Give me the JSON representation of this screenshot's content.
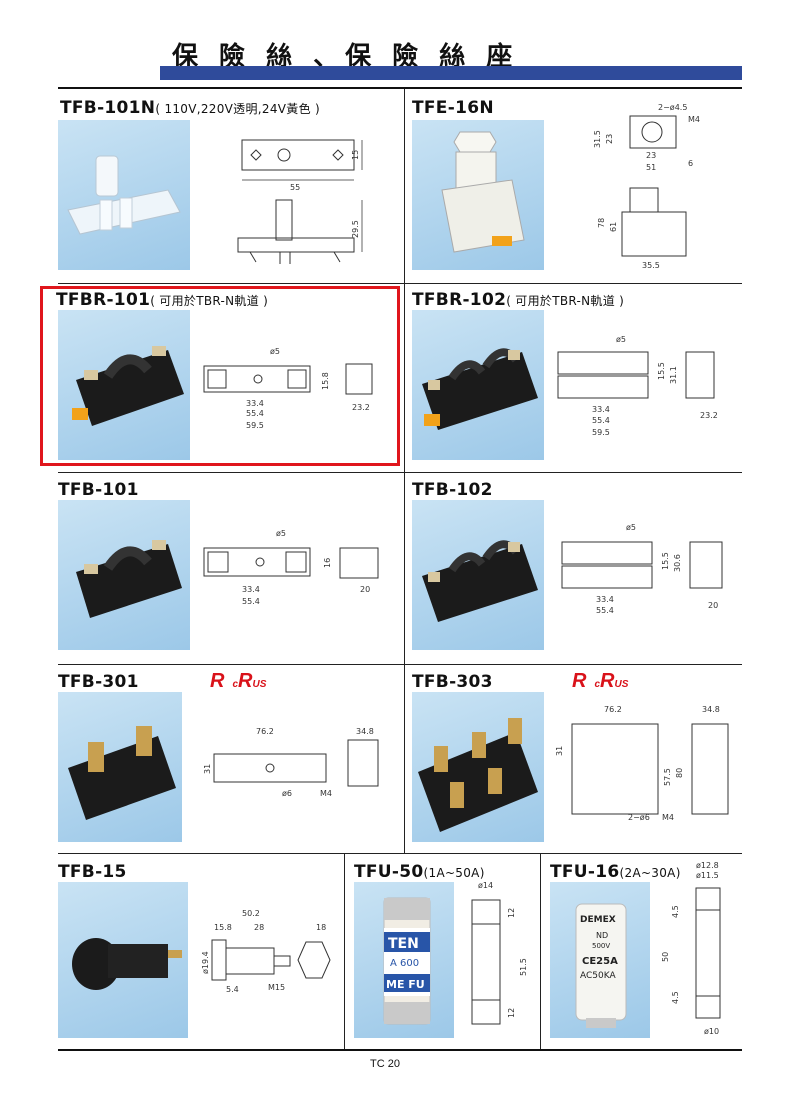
{
  "page": {
    "title": "保 險 絲 、保 險 絲 座",
    "page_number": "TC 20"
  },
  "products": [
    {
      "id": "tfb101n",
      "name": "TFB-101N",
      "note": "( 110V,220V透明,24V黃色 )",
      "dims": [
        "15",
        "55",
        "29.5"
      ]
    },
    {
      "id": "tfe16n",
      "name": "TFE-16N",
      "note": "",
      "dims": [
        "2−ø4.5",
        "M4",
        "31.5",
        "23",
        "23",
        "51",
        "6",
        "78",
        "61",
        "35.5"
      ]
    },
    {
      "id": "tfbr101",
      "name": "TFBR-101",
      "note": "( 可用於TBR-N軌道 )",
      "dims": [
        "ø5",
        "15.8",
        "33.4",
        "55.4",
        "59.5",
        "23.2"
      ]
    },
    {
      "id": "tfbr102",
      "name": "TFBR-102",
      "note": "( 可用於TBR-N軌道 )",
      "dims": [
        "ø5",
        "15.5",
        "31.1",
        "33.4",
        "55.4",
        "59.5",
        "23.2"
      ]
    },
    {
      "id": "tfb101",
      "name": "TFB-101",
      "note": "",
      "dims": [
        "ø5",
        "16",
        "33.4",
        "55.4",
        "20"
      ]
    },
    {
      "id": "tfb102",
      "name": "TFB-102",
      "note": "",
      "dims": [
        "ø5",
        "15.5",
        "30.6",
        "33.4",
        "55.4",
        "20"
      ]
    },
    {
      "id": "tfb301",
      "name": "TFB-301",
      "note": "",
      "dims": [
        "76.2",
        "34.8",
        "31",
        "ø6",
        "M4"
      ]
    },
    {
      "id": "tfb303",
      "name": "TFB-303",
      "note": "",
      "dims": [
        "76.2",
        "34.8",
        "31",
        "57.5",
        "80",
        "2−ø6",
        "M4"
      ]
    },
    {
      "id": "tfb15",
      "name": "TFB-15",
      "note": "",
      "dims": [
        "50.2",
        "15.8",
        "28",
        "18",
        "ø19.4",
        "5.4",
        "M15"
      ]
    },
    {
      "id": "tfu50",
      "name": "TFU-50",
      "note": "(1A~50A)",
      "dims": [
        "ø14",
        "12",
        "51.5",
        "12"
      ]
    },
    {
      "id": "tfu16",
      "name": "TFU-16",
      "note": "(2A~30A)",
      "dims": [
        "ø12.8",
        "ø11.5",
        "4.5",
        "50",
        "4.5",
        "ø10"
      ]
    }
  ],
  "labels": {
    "tenaide_1": "TEN",
    "tenaide_2": "A 600",
    "tenaide_3": "ME FU",
    "demex_1": "DEMEX",
    "demex_2": "ND",
    "demex_3": "500V",
    "demex_4": "CE25A",
    "demex_5": "AC50KA",
    "ul_c": "c",
    "ul_us": "US",
    "ul_r": "R"
  },
  "colors": {
    "title_bar": "#2f4b9b",
    "highlight": "#e0161c",
    "ul_red": "#d9121a",
    "photo_bg": "#a8d0ec"
  }
}
